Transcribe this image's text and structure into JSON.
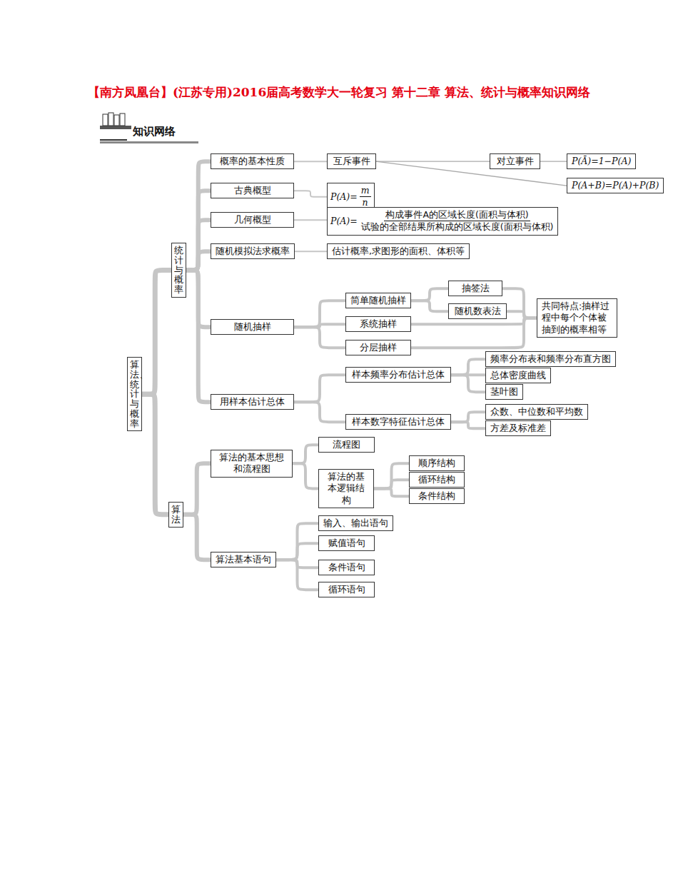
{
  "diagram": {
    "title": "【南方凤凰台】(江苏专用)2016届高考数学大一轮复习 第十二章 算法、统计与概率知识网络",
    "nodes": [
      {
        "text": [
          "算法、统计与概率"
        ]
      },
      {
        "text": [
          "统计与概率"
        ]
      },
      {
        "text": [
          "概率的基本性质"
        ]
      },
      {
        "text": [
          "互斥事件"
        ]
      },
      {
        "text": [
          "对立事件"
        ]
      },
      {
        "text": [
          "P(Ā)=1−P(A)"
        ]
      },
      {
        "text": [
          "P(A+B)=P(A)+P(B)"
        ]
      },
      {
        "text": [
          "古典概型"
        ]
      },
      {
        "text": [
          "P(A)=",
          "m",
          "n"
        ]
      },
      {
        "text": [
          "几何概型"
        ]
      },
      {
        "text": [
          "P(A)=",
          "构成事件A的区域长度(面积与体积)",
          "试验的全部结果所构成的区域长度(面积与体积)"
        ]
      },
      {
        "text": [
          "随机模拟法求概率"
        ]
      },
      {
        "text": [
          "估计概率,求图形的面积、体积等"
        ]
      },
      {
        "text": [
          "随机抽样"
        ]
      },
      {
        "text": [
          "简单随机抽样"
        ]
      },
      {
        "text": [
          "抽签法"
        ]
      },
      {
        "text": [
          "随机数表法"
        ]
      },
      {
        "text": [
          "系统抽样"
        ]
      },
      {
        "text": [
          "分层抽样"
        ]
      },
      {
        "text": [
          "共同特点:抽样过程中每个个体被抽到的概率相等"
        ]
      },
      {
        "text": [
          "用样本估计总体"
        ]
      },
      {
        "text": [
          "样本频率分布估计总体"
        ]
      },
      {
        "text": [
          "频率分布表和频率分布直方图"
        ]
      },
      {
        "text": [
          "总体密度曲线"
        ]
      },
      {
        "text": [
          "茎叶图"
        ]
      },
      {
        "text": [
          "样本数字特征估计总体"
        ]
      },
      {
        "text": [
          "众数、中位数和平均数"
        ]
      },
      {
        "text": [
          "方差及标准差"
        ]
      },
      {
        "text": [
          "算法"
        ]
      },
      {
        "text": [
          "算法的基本思想和流程图"
        ]
      },
      {
        "text": [
          "流程图"
        ]
      },
      {
        "text": [
          "算法的基本逻辑结构"
        ]
      },
      {
        "text": [
          "顺序结构"
        ]
      },
      {
        "text": [
          "循环结构"
        ]
      },
      {
        "text": [
          "条件结构"
        ]
      },
      {
        "text": [
          "算法基本语句"
        ]
      },
      {
        "text": [
          "输入、输出语句"
        ]
      },
      {
        "text": [
          "赋值语句"
        ]
      },
      {
        "text": [
          "条件语句"
        ]
      },
      {
        "text": [
          "循环语句"
        ]
      }
    ],
    "edges": [
      {
        "from": 0,
        "to": 1,
        "arrow": "none"
      },
      {
        "from": 0,
        "to": 28,
        "arrow": "none"
      },
      {
        "from": 1,
        "to": 2,
        "arrow": "none"
      },
      {
        "from": 1,
        "to": 7,
        "arrow": "none"
      },
      {
        "from": 1,
        "to": 9,
        "arrow": "none"
      },
      {
        "from": 1,
        "to": 11,
        "arrow": "none"
      },
      {
        "from": 1,
        "to": 13,
        "arrow": "none"
      },
      {
        "from": 1,
        "to": 20,
        "arrow": "none"
      },
      {
        "from": 2,
        "to": 3,
        "arrow": "none"
      },
      {
        "from": 3,
        "to": 4,
        "arrow": "none"
      },
      {
        "from": 4,
        "to": 5,
        "arrow": "none"
      },
      {
        "from": 3,
        "to": 6,
        "arrow": "none"
      },
      {
        "from": 7,
        "to": 8,
        "arrow": "none"
      },
      {
        "from": 9,
        "to": 10,
        "arrow": "none"
      },
      {
        "from": 11,
        "to": 12,
        "arrow": "none"
      },
      {
        "from": 13,
        "to": 14,
        "arrow": "none"
      },
      {
        "from": 13,
        "to": 17,
        "arrow": "none"
      },
      {
        "from": 13,
        "to": 18,
        "arrow": "none"
      },
      {
        "from": 14,
        "to": 15,
        "arrow": "none"
      },
      {
        "from": 14,
        "to": 16,
        "arrow": "none"
      },
      {
        "from": 15,
        "to": 19,
        "arrow": "none"
      },
      {
        "from": 16,
        "to": 19,
        "arrow": "none"
      },
      {
        "from": 17,
        "to": 19,
        "arrow": "none"
      },
      {
        "from": 18,
        "to": 19,
        "arrow": "none"
      },
      {
        "from": 20,
        "to": 21,
        "arrow": "none"
      },
      {
        "from": 20,
        "to": 25,
        "arrow": "none"
      },
      {
        "from": 21,
        "to": 22,
        "arrow": "none"
      },
      {
        "from": 21,
        "to": 23,
        "arrow": "none"
      },
      {
        "from": 21,
        "to": 24,
        "arrow": "none"
      },
      {
        "from": 25,
        "to": 26,
        "arrow": "none"
      },
      {
        "from": 25,
        "to": 27,
        "arrow": "none"
      },
      {
        "from": 28,
        "to": 29,
        "arrow": "none"
      },
      {
        "from": 28,
        "to": 35,
        "arrow": "none"
      },
      {
        "from": 29,
        "to": 30,
        "arrow": "none"
      },
      {
        "from": 29,
        "to": 31,
        "arrow": "none"
      },
      {
        "from": 31,
        "to": 32,
        "arrow": "none"
      },
      {
        "from": 31,
        "to": 33,
        "arrow": "none"
      },
      {
        "from": 31,
        "to": 34,
        "arrow": "none"
      },
      {
        "from": 35,
        "to": 36,
        "arrow": "none"
      },
      {
        "from": 35,
        "to": 37,
        "arrow": "none"
      },
      {
        "from": 35,
        "to": 38,
        "arrow": "none"
      },
      {
        "from": 35,
        "to": 39,
        "arrow": "none"
      }
    ],
    "labels": [
      "知识网络"
    ]
  }
}
